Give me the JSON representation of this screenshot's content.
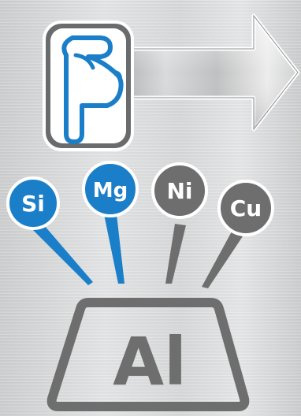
{
  "diagram": {
    "alloying_elements": [
      {
        "symbol": "Si",
        "color": "#1a7fc8"
      },
      {
        "symbol": "Mg",
        "color": "#1a7fc8"
      },
      {
        "symbol": "Ni",
        "color": "#6e6e6e"
      },
      {
        "symbol": "Cu",
        "color": "#6e6e6e"
      }
    ],
    "base_metal": {
      "symbol": "Al",
      "color": "#6e6e6e"
    },
    "pointer": {
      "icon": "pointing-hand-icon",
      "color": "#1a7fc8"
    },
    "arrow": {
      "icon": "right-arrow-icon"
    }
  }
}
